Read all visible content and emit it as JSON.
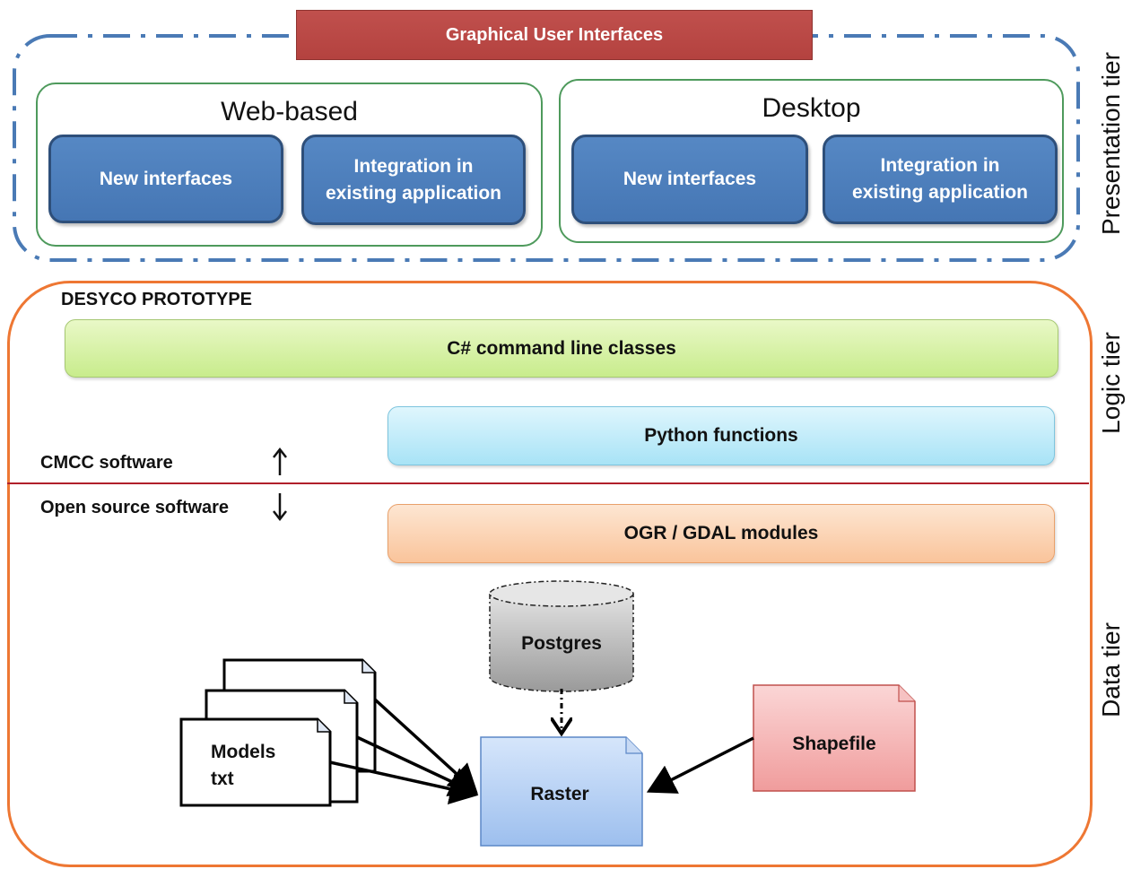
{
  "presentation": {
    "banner": "Graphical User Interfaces",
    "tier_label": "Presentation tier",
    "web": {
      "title": "Web-based",
      "new_interfaces": "New interfaces",
      "integration_line1": "Integration in",
      "integration_line2": "existing application"
    },
    "desktop": {
      "title": "Desktop",
      "new_interfaces": "New interfaces",
      "integration_line1": "Integration in",
      "integration_line2": "existing application"
    }
  },
  "logic": {
    "tier_label": "Logic tier",
    "prototype_label": "DESYCO PROTOTYPE",
    "csharp": "C# command line classes",
    "python": "Python functions",
    "cmcc_label": "CMCC software",
    "open_source_label": "Open source software"
  },
  "data": {
    "tier_label": "Data tier",
    "ogr": "OGR / GDAL modules",
    "postgres": "Postgres",
    "models_line1": "Models",
    "models_line2": "txt",
    "raster": "Raster",
    "shapefile": "Shapefile"
  },
  "colors": {
    "banner_red": "#c0504d",
    "button_blue": "#4f81bd",
    "group_border_green": "#4e9a5c",
    "dash_frame_blue": "#4a7ab5",
    "prototype_border_orange": "#ee7733",
    "divider_red": "#b0202a",
    "csharp_green": "#d7f2a6",
    "python_cyan": "#c4ecfa",
    "ogr_orange": "#fbd3b5",
    "raster_blue": "#b8d2f4",
    "shapefile_pink": "#f5b5b5",
    "postgres_gray": "#bdbdbd"
  },
  "icons": {
    "up": "arrow-up-icon",
    "down": "arrow-down-icon"
  }
}
